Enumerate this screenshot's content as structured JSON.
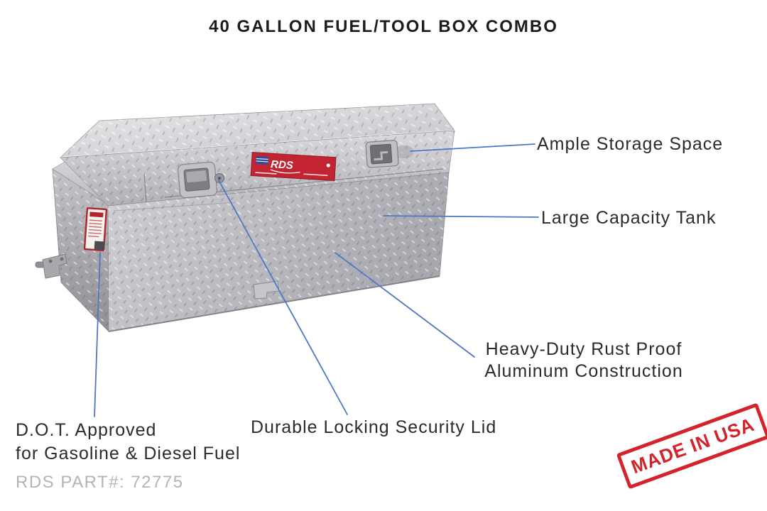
{
  "title": "40 GALLON FUEL/TOOL BOX COMBO",
  "product": {
    "brand": "RDS"
  },
  "callouts": {
    "ample_storage": {
      "label": "Ample Storage Space"
    },
    "large_capacity": {
      "label": "Large Capacity Tank"
    },
    "heavy_duty": {
      "line1": "Heavy-Duty Rust Proof",
      "line2": "Aluminum Construction"
    },
    "durable_lid": {
      "label": "Durable Locking Security Lid"
    },
    "dot_approved": {
      "line1": "D.O.T. Approved",
      "line2": "for Gasoline & Diesel Fuel"
    }
  },
  "part_number_label": "RDS PART#: 72775",
  "made_in_stamp": "MADE IN USA",
  "colors": {
    "callout_line": "#4e77c5",
    "stamp_red": "#d4232b",
    "brand_label_red": "#c22531",
    "warning_label_red": "#b2242e",
    "text_dark": "#2b2b2b",
    "part_gray": "#b4b4b6",
    "metal_light": "#d8d8db",
    "metal_dark": "#8f8f95"
  }
}
